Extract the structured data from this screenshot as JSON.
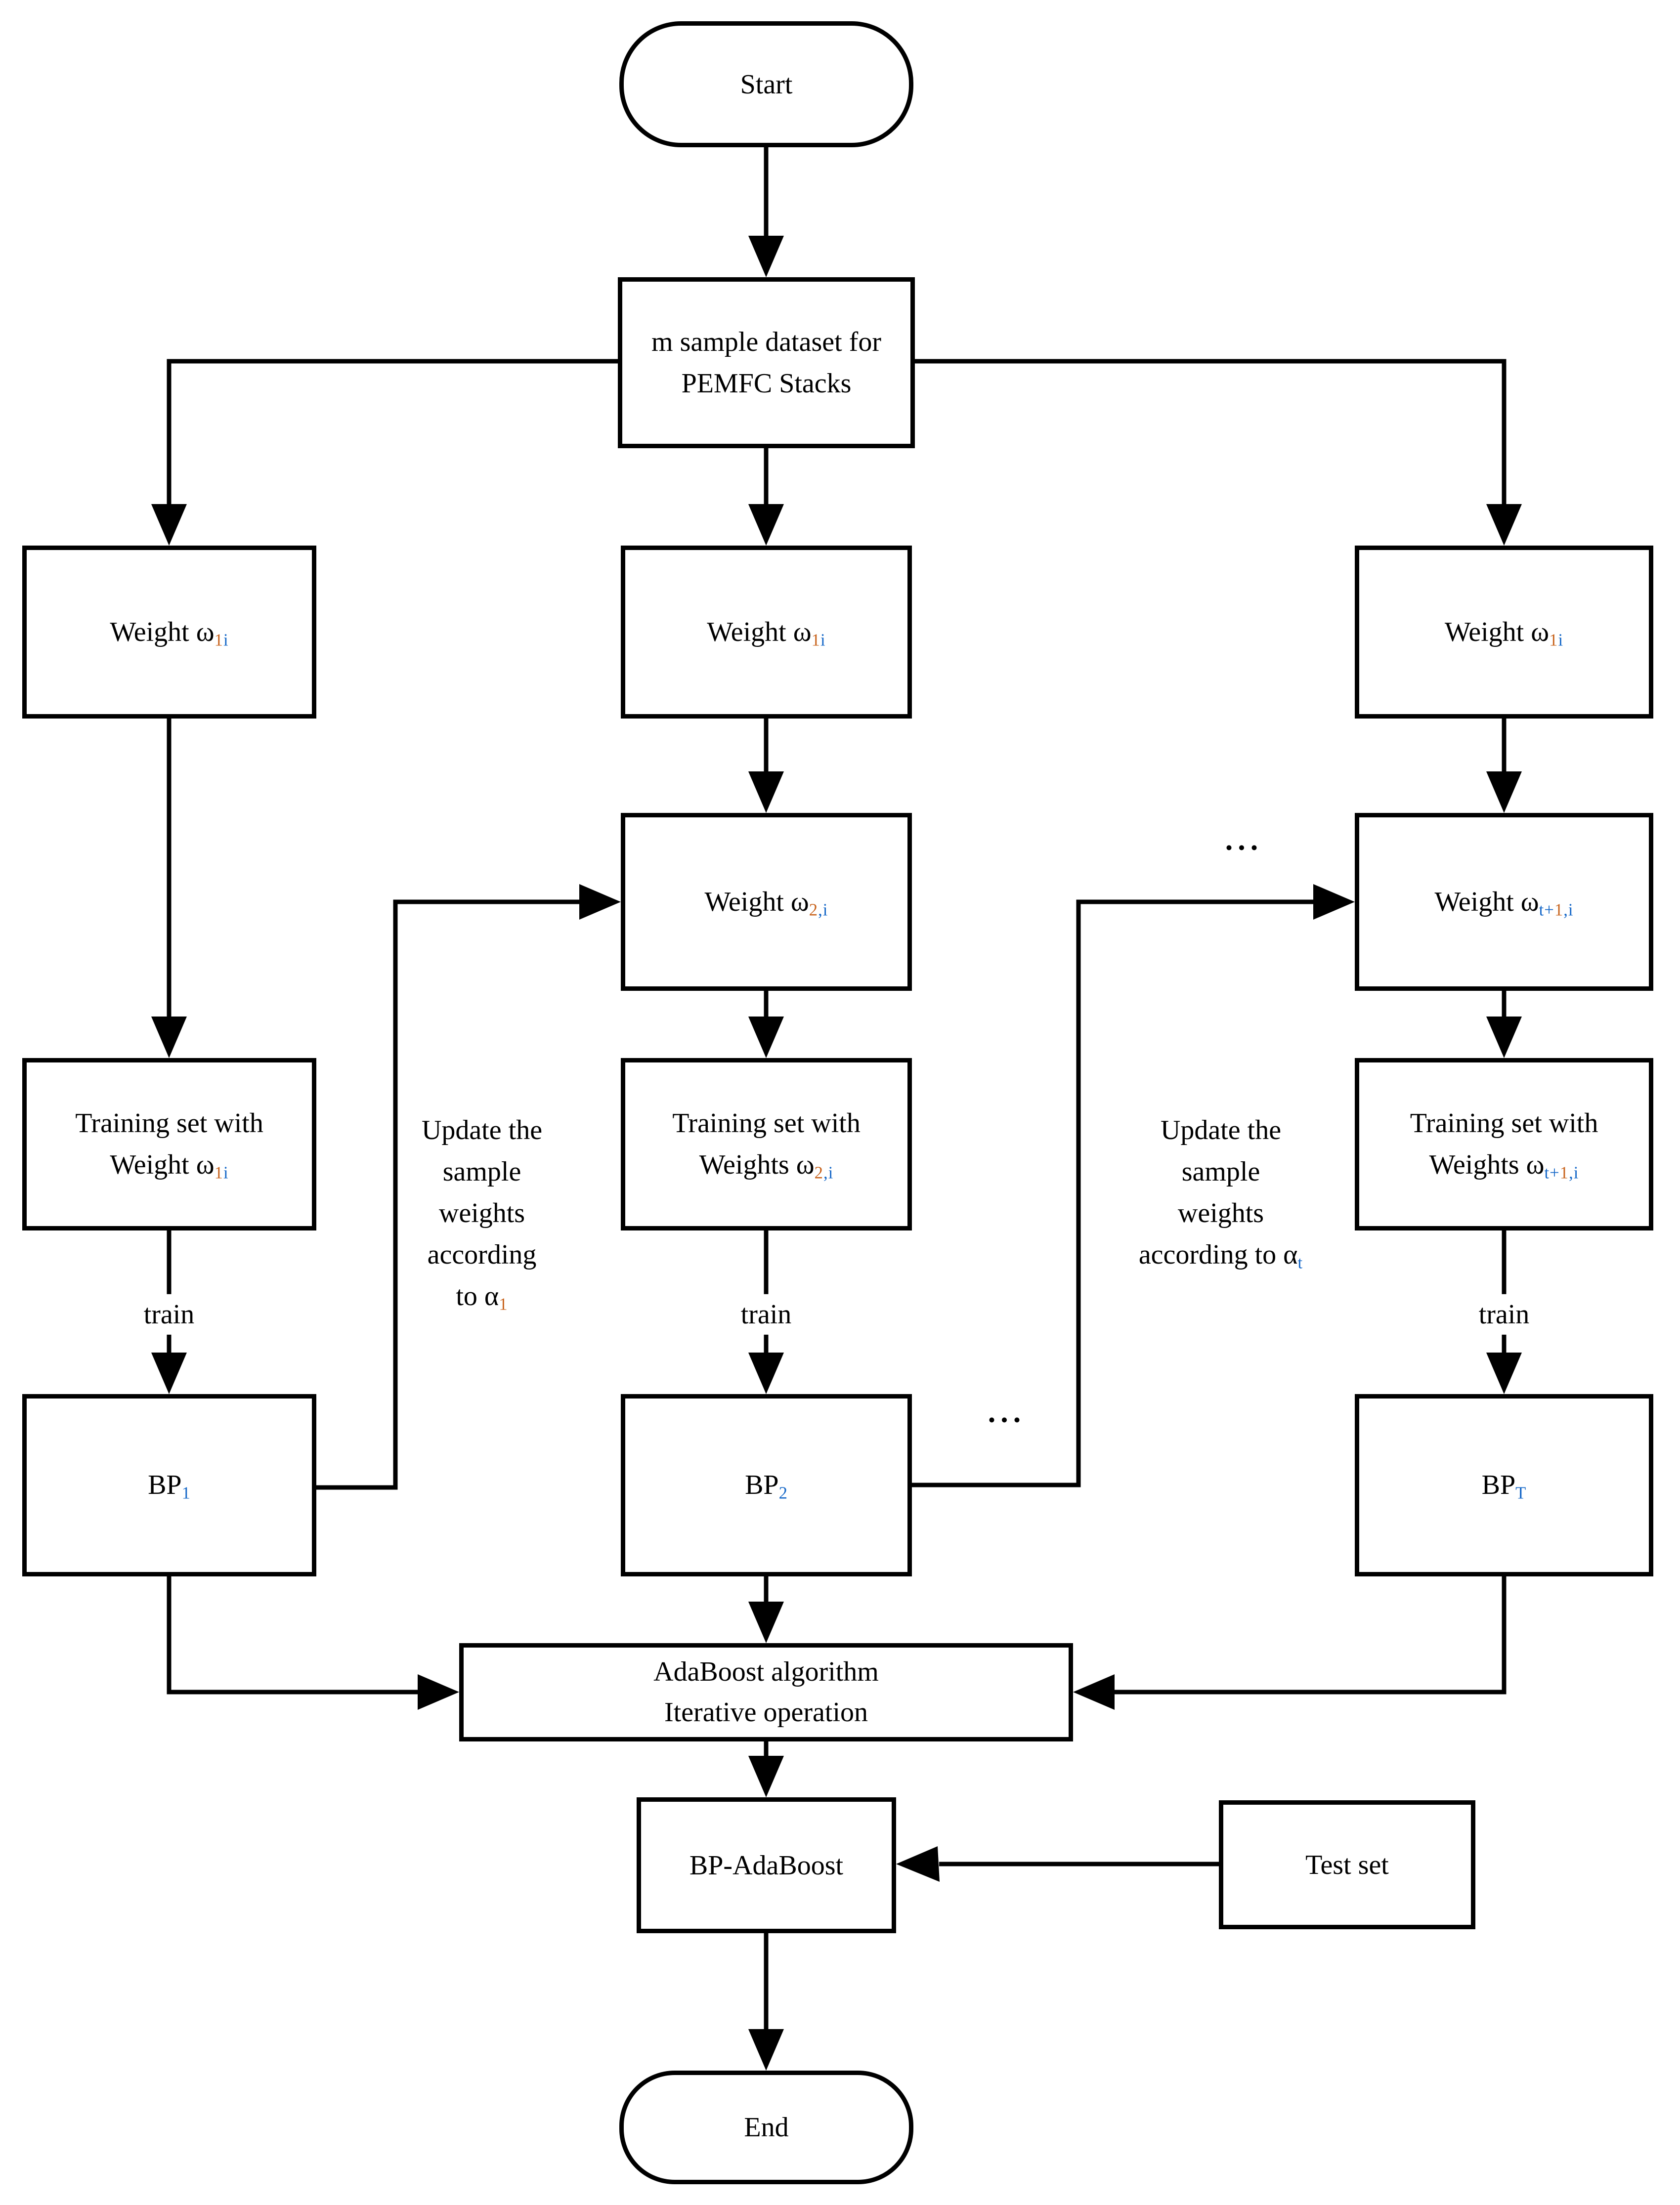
{
  "colors": {
    "line": "#000000",
    "box_border": "#000000",
    "box_fill": "#ffffff",
    "background": "#ffffff",
    "subscript_blue": "#1668c8",
    "subscript_orange": "#c8641e"
  },
  "nodes": {
    "start": {
      "label": "Start"
    },
    "dataset": {
      "line1": "m sample dataset for",
      "line2": "PEMFC Stacks"
    },
    "weight_left1": {
      "main": "Weight ω",
      "sub_parts": [
        {
          "t": "1",
          "c": "#c8641e"
        },
        {
          "t": "i",
          "c": "#1668c8"
        }
      ]
    },
    "weight_mid1": {
      "main": "Weight ω",
      "sub_parts": [
        {
          "t": "1",
          "c": "#c8641e"
        },
        {
          "t": "i",
          "c": "#1668c8"
        }
      ]
    },
    "weight_right1": {
      "main": "Weight ω",
      "sub_parts": [
        {
          "t": "1",
          "c": "#c8641e"
        },
        {
          "t": "i",
          "c": "#1668c8"
        }
      ]
    },
    "weight_mid2": {
      "main": "Weight ω",
      "sub_parts": [
        {
          "t": "2",
          "c": "#c8641e"
        },
        {
          "t": ",i",
          "c": "#1668c8"
        }
      ]
    },
    "weight_right2": {
      "main": "Weight ω",
      "sub_parts": [
        {
          "t": "t+",
          "c": "#1668c8"
        },
        {
          "t": "1",
          "c": "#c8641e"
        },
        {
          "t": ",i",
          "c": "#1668c8"
        }
      ]
    },
    "training_left": {
      "line1": "Training set with",
      "main": "Weight ω",
      "sub_parts": [
        {
          "t": "1",
          "c": "#c8641e"
        },
        {
          "t": "i",
          "c": "#1668c8"
        }
      ]
    },
    "training_mid": {
      "line1": "Training set with",
      "main": "Weights ω",
      "sub_parts": [
        {
          "t": "2",
          "c": "#c8641e"
        },
        {
          "t": ",i",
          "c": "#1668c8"
        }
      ]
    },
    "training_right": {
      "line1": "Training set with",
      "main": "Weights ω",
      "sub_parts": [
        {
          "t": "t+",
          "c": "#1668c8"
        },
        {
          "t": "1",
          "c": "#c8641e"
        },
        {
          "t": ",i",
          "c": "#1668c8"
        }
      ]
    },
    "bp1": {
      "main": "BP",
      "sub_parts": [
        {
          "t": "1",
          "c": "#1668c8"
        }
      ]
    },
    "bp2": {
      "main": "BP",
      "sub_parts": [
        {
          "t": "2",
          "c": "#1668c8"
        }
      ]
    },
    "bpt": {
      "main": "BP",
      "sub_parts": [
        {
          "t": "T",
          "c": "#1668c8"
        }
      ]
    },
    "adaboost": {
      "line1": "AdaBoost algorithm",
      "line2": "Iterative operation"
    },
    "bp_adaboost": {
      "label": "BP-AdaBoost"
    },
    "test_set": {
      "label": "Test set"
    },
    "end": {
      "label": "End"
    }
  },
  "edge_labels": {
    "train": "train",
    "update1": {
      "lines": [
        "Update the",
        "sample",
        "weights",
        "according"
      ],
      "last_main": "to α",
      "sub_parts": [
        {
          "t": "1",
          "c": "#c8641e"
        }
      ]
    },
    "update2": {
      "lines": [
        "Update the",
        "sample",
        "weights"
      ],
      "last_main": "according to α",
      "sub_parts": [
        {
          "t": "t",
          "c": "#1668c8"
        }
      ]
    },
    "ellipsis": "..."
  }
}
